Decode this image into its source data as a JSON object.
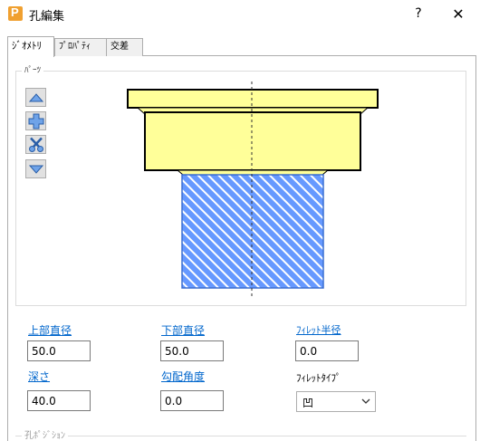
{
  "window": {
    "title": "孔編集",
    "help_label": "?",
    "close_label": "✕"
  },
  "tabs": [
    {
      "label": "ｼﾞｵﾒﾄﾘ",
      "active": true
    },
    {
      "label": "ﾌﾟﾛﾊﾟﾃｨ",
      "active": false
    },
    {
      "label": "交差",
      "active": false
    }
  ],
  "parts_group": {
    "label": "ﾊﾟｰﾂ",
    "buttons": [
      "up-triangle-icon",
      "plus-icon",
      "scissors-icon",
      "down-triangle-icon"
    ]
  },
  "diagram": {
    "head_color": "#ffff99",
    "shaft_color": "#6699ff",
    "hatch_color": "#ffffff"
  },
  "params": {
    "top_diameter_label": "上部直径",
    "top_diameter_value": "50.0",
    "bottom_diameter_label": "下部直径",
    "bottom_diameter_value": "50.0",
    "fillet_radius_label": "ﾌｨﾚｯﾄ半径",
    "fillet_radius_value": "0.0",
    "depth_label": "深さ",
    "depth_value": "40.0",
    "draft_angle_label": "勾配角度",
    "draft_angle_value": "0.0",
    "fillet_type_label": "ﾌｨﾚｯﾄﾀｲﾌﾟ",
    "fillet_type_value": "凹"
  },
  "position_group": {
    "label": "孔ﾎﾟｼﾞｼｮﾝ"
  }
}
